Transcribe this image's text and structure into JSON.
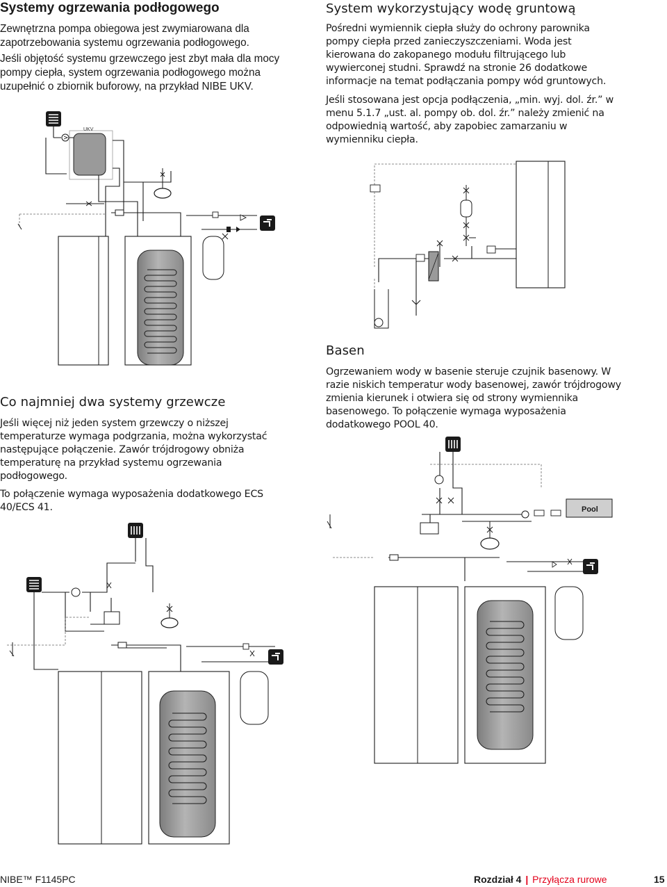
{
  "sections": {
    "floor": {
      "title": "Systemy ogrzewania podłogowego",
      "p1": "Zewnętrzna pompa obiegowa jest zwymiarowana dla zapotrzebowania systemu ogrzewania podłogowego.",
      "p2": "Jeśli objętość systemu grzewczego jest zbyt mała dla mocy pompy ciepła, system ogrzewania podłogowego można uzupełnić o zbiornik buforowy, na przykład NIBE UKV.",
      "tank_label": "UKV"
    },
    "groundwater": {
      "title": "System wykorzystujący wodę gruntową",
      "p1": "Pośredni wymiennik ciepła służy do ochrony parownika pompy ciepła przed zanieczyszczeniami. Woda jest kierowana do zakopanego modułu filtrującego lub wywierconej studni. Sprawdź na stronie 26 dodatkowe informacje na temat podłączania pompy wód gruntowych.",
      "p2": "Jeśli stosowana jest opcja podłączenia, „min. wyj. dol. źr.” w menu 5.1.7 „ust. al. pompy ob. dol. źr.” należy zmienić na odpowiednią wartość, aby zapobiec zamarzaniu w wymienniku ciepła."
    },
    "two_systems": {
      "title": "Co najmniej dwa systemy grzewcze",
      "p1": "Jeśli więcej niż jeden system grzewczy o niższej temperaturze wymaga podgrzania, można wykorzystać następujące połączenie. Zawór trójdrogowy obniża temperaturę na przykład systemu ogrzewania podłogowego.",
      "p2": "To połączenie wymaga wyposażenia dodatkowego ECS 40/ECS 41."
    },
    "pool": {
      "title": "Basen",
      "p1": "Ogrzewaniem wody w basenie steruje czujnik basenowy. W razie niskich temperatur wody basenowej, zawór trójdrogowy zmienia kierunek i otwiera się od strony wymiennika basenowego. To połączenie wymaga wyposażenia dodatkowego POOL 40.",
      "pool_label": "Pool"
    }
  },
  "footer": {
    "brand": "NIBE™ F1145PC",
    "chapter": "Rozdział 4",
    "separator": "|",
    "section": "Przyłącza rurowe",
    "page": "15"
  },
  "icons": [
    "floor-heating-icon",
    "radiator-icon",
    "tap-icon",
    "ground-icon"
  ],
  "colors": {
    "brand_red": "#e2001a",
    "cylinder_gray": "#9a9a9a",
    "pipe": "#1a1a1a"
  }
}
